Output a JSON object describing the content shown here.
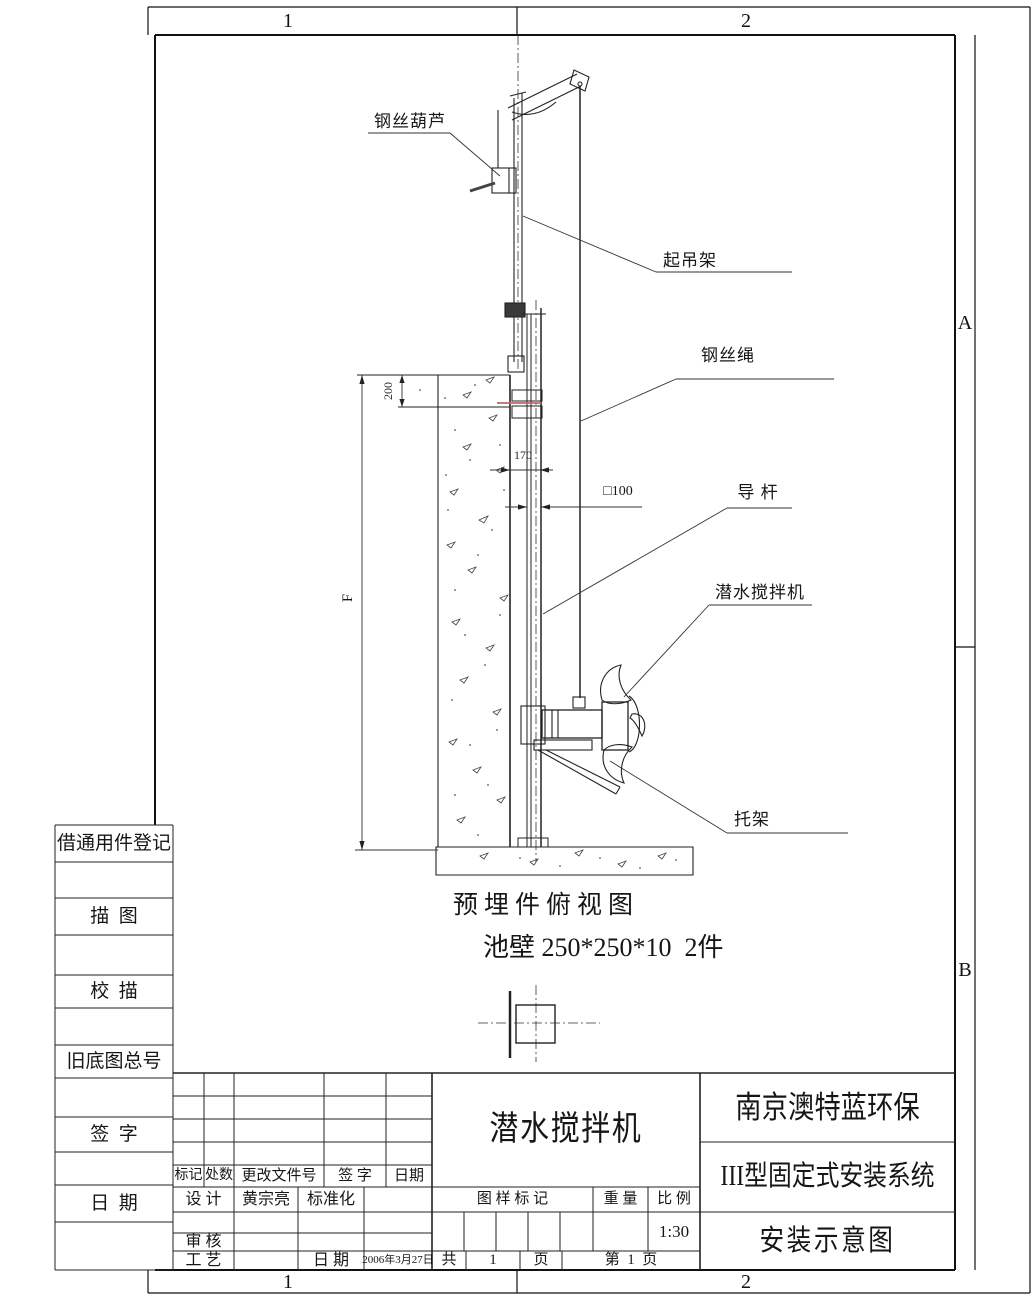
{
  "zones": {
    "top_left": "1",
    "top_right": "2",
    "right_upper": "A",
    "right_lower": "B",
    "bottom_left": "1",
    "bottom_right": "2"
  },
  "sidebar": {
    "rows": [
      "借通用件登记",
      "描  图",
      "校  描",
      "旧底图总号",
      "签  字",
      "日  期"
    ]
  },
  "drawing": {
    "labels": {
      "hoist": "钢丝葫芦",
      "lifting_frame": "起吊架",
      "wire_rope": "钢丝绳",
      "guide_rod": "导 杆",
      "mixer": "潜水搅拌机",
      "bracket": "托架"
    },
    "dims": {
      "slab_thickness": "200",
      "wall_offset": "170",
      "guide_square": "□100",
      "pool_depth": "F"
    },
    "notes": {
      "view_title": "预埋件俯视图",
      "spec": "池壁 250*250*10  2件"
    }
  },
  "title_block": {
    "revision_headers": [
      "标记",
      "处数",
      "更改文件号",
      "签 字",
      "日期"
    ],
    "design_label": "设 计",
    "design_name": "黄宗亮",
    "standard_label": "标准化",
    "check_label": "审 核",
    "process_label": "工 艺",
    "date_label": "日 期",
    "date_value": "2006年3月27日",
    "product_name": "潜水搅拌机",
    "mark_label": "图 样 标 记",
    "weight_label": "重 量",
    "scale_label": "比 例",
    "scale_value": "1:30",
    "total_prefix": "共",
    "total_num": "1",
    "total_suffix": "页",
    "page_label": "第  1  页",
    "company": "南京澳特蓝环保",
    "system_type": "III型固定式安装系统",
    "doc_title": "安装示意图"
  }
}
